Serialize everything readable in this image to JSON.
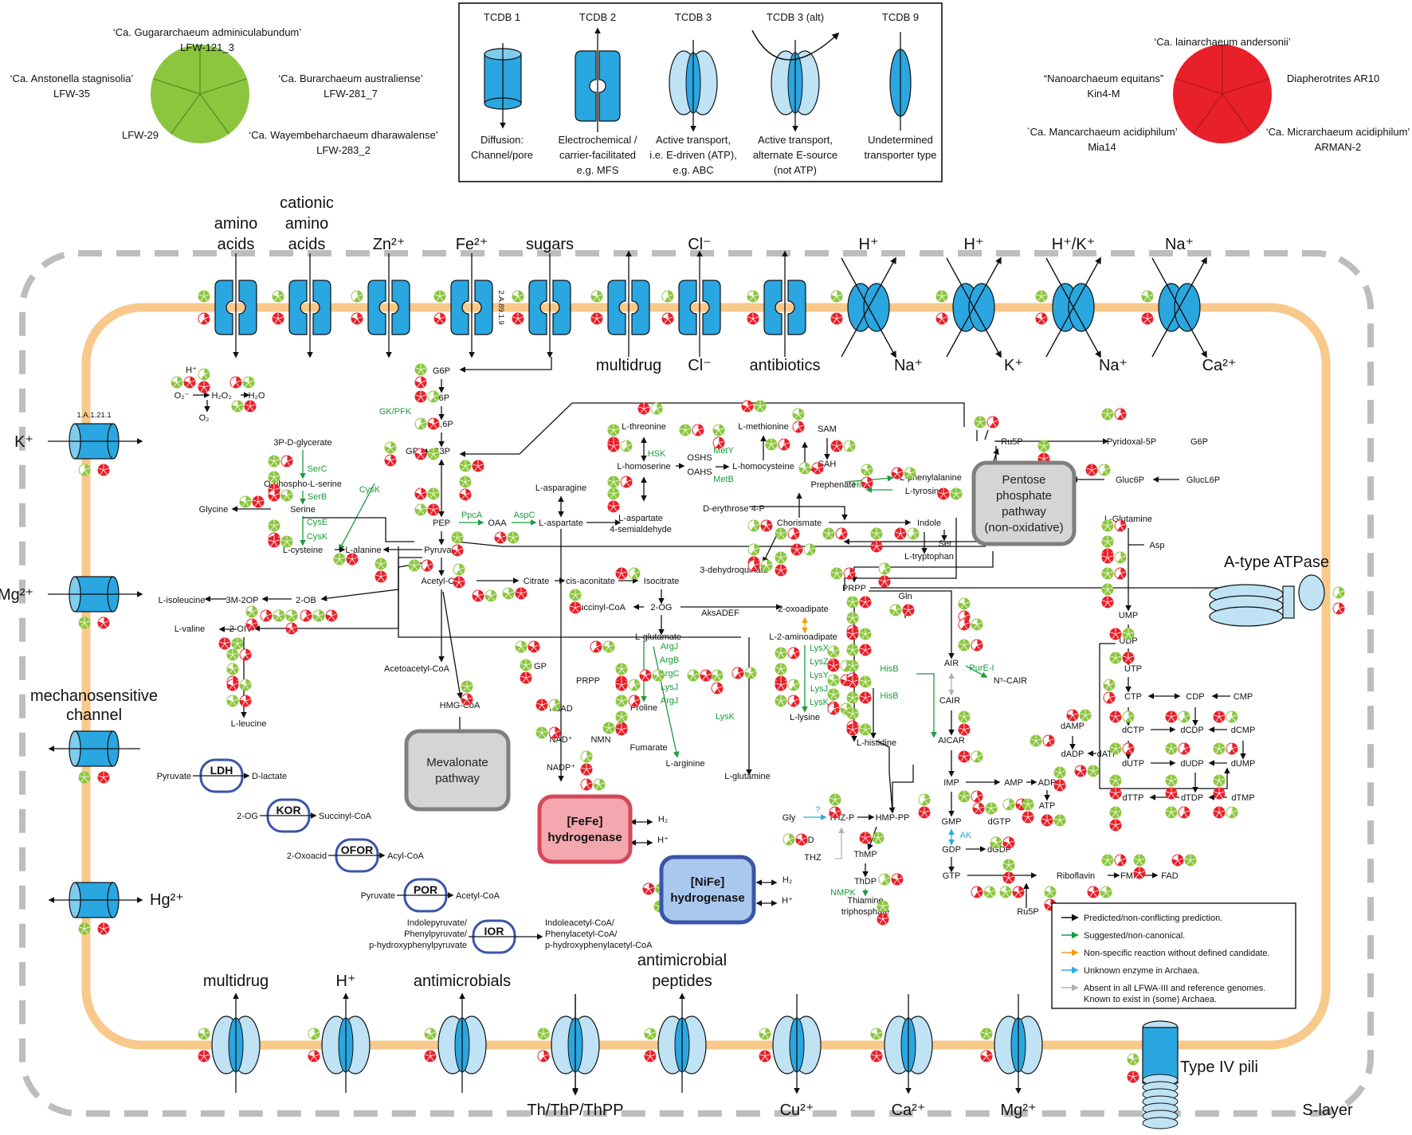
{
  "colors": {
    "membrane": "#f8c98a",
    "slayer": "#bdbdbd",
    "transporter": "#2aa6e0",
    "transporter_light": "#bfe3f5",
    "green_group": "#8cc63f",
    "red_group": "#e8202a",
    "suggested_arrow": "#1a9b3c",
    "nonspecific_arrow": "#f39c12",
    "unknown_arrow": "#29abe2",
    "absent_arrow": "#b0b0b0",
    "fefe_fill": "#f4a7ae",
    "nife_fill": "#a9c8ee",
    "gray_box": "#d5d5d5"
  },
  "legend_top": {
    "items": [
      {
        "title": "TCDB 1",
        "desc": [
          "Diffusion:",
          "Channel/pore"
        ]
      },
      {
        "title": "TCDB 2",
        "desc": [
          "Electrochemical /",
          "carrier-facilitated",
          "e.g. MFS"
        ]
      },
      {
        "title": "TCDB 3",
        "desc": [
          "Active transport,",
          "i.e. E-driven (ATP),",
          "e.g. ABC"
        ]
      },
      {
        "title": "TCDB 3 (alt)",
        "desc": [
          "Active transport,",
          "alternate E-source",
          "(not ATP)"
        ]
      },
      {
        "title": "TCDB 9",
        "desc": [
          "Undetermined",
          "transporter type"
        ]
      }
    ]
  },
  "green_group": {
    "labels": [
      [
        "‘Ca. Gugararchaeum adminiculabundum’",
        "LFW-121_3"
      ],
      [
        "‘Ca. Anstonella stagnisolia’",
        "LFW-35"
      ],
      [
        "‘Ca. Burarchaeum australiense’",
        "LFW-281_7"
      ],
      [
        "LFW-29"
      ],
      [
        "‘Ca. Wayembeharchaeum dharawalense’",
        "LFW-283_2"
      ]
    ]
  },
  "red_group": {
    "labels": [
      [
        "‘Ca. lainarchaeum andersonii’"
      ],
      [
        "“Nanoarchaeum equitans”",
        "Kin4-M"
      ],
      [
        "Diapherotrites AR10"
      ],
      [
        "`Ca. Mancarchaeum acidiphilum’",
        "Mia14"
      ],
      [
        "‘Ca. Micrarchaeum acidiphilum’",
        "ARMAN-2"
      ]
    ]
  },
  "top_transporters": [
    {
      "label": [
        "amino",
        "acids"
      ],
      "below": ""
    },
    {
      "label": [
        "cationic",
        "amino",
        "acids"
      ],
      "below": ""
    },
    {
      "label": [
        "Zn²⁺"
      ],
      "below": ""
    },
    {
      "label": [
        "Fe²⁺"
      ],
      "below": "",
      "side": "2.A.89.1.9"
    },
    {
      "label": [
        "sugars"
      ],
      "below": ""
    },
    {
      "label": [
        ""
      ],
      "below": "multidrug"
    },
    {
      "label": [
        "Cl⁻"
      ],
      "below": "Cl⁻"
    },
    {
      "label": [
        ""
      ],
      "below": "antibiotics"
    },
    {
      "label": [
        "H⁺"
      ],
      "below": "Na⁺"
    },
    {
      "label": [
        "H⁺"
      ],
      "below": "K⁺"
    },
    {
      "label": [
        "H⁺/K⁺"
      ],
      "below": "Na⁺"
    },
    {
      "label": [
        "Na⁺"
      ],
      "below": "Ca²⁺"
    }
  ],
  "bottom_transporters": [
    {
      "label": [
        "multidrug"
      ],
      "below": ""
    },
    {
      "label": [
        "H⁺"
      ],
      "below": ""
    },
    {
      "label": [
        "antimicrobials"
      ],
      "below": ""
    },
    {
      "label": [
        ""
      ],
      "below": "Th/ThP/ThPP"
    },
    {
      "label": [
        "antimicrobial",
        "peptides"
      ],
      "below": ""
    },
    {
      "label": [
        ""
      ],
      "below": "Cu²⁺"
    },
    {
      "label": [
        ""
      ],
      "below": "Ca²⁺"
    },
    {
      "label": [
        ""
      ],
      "below": "Mg²⁺"
    }
  ],
  "left_transporters": [
    {
      "label": "K⁺",
      "code": "1.A.1.21.1"
    },
    {
      "label": "Mg²⁺",
      "code": ""
    },
    {
      "label": "mechanosensitive channel",
      "code": ""
    },
    {
      "label": "Hg²⁺",
      "code": ""
    }
  ],
  "boxes": {
    "pentose": [
      "Pentose",
      "phosphate",
      "pathway",
      "(non-oxidative)"
    ],
    "mevalonate": [
      "Mevalonate",
      "pathway"
    ],
    "fefe": [
      "[FeFe]",
      "hydrogenase"
    ],
    "nife": [
      "[NiFe]",
      "hydrogenase"
    ],
    "atpase": "A-type ATPase",
    "pili": "Type IV pili",
    "slayer": "S-layer"
  },
  "complexes": [
    {
      "name": "LDH",
      "in": "Pyruvate",
      "out": "D-lactate"
    },
    {
      "name": "KOR",
      "in": "2-OG",
      "out": "Succinyl-CoA"
    },
    {
      "name": "OFOR",
      "in": "2-Oxoacid",
      "out": "Acyl-CoA"
    },
    {
      "name": "POR",
      "in": "Pyruvate",
      "out": "Acetyl-CoA"
    },
    {
      "name": "IOR",
      "in": "Indolepyruvate/ Phenylpyruvate/ p-hydroxyphenylpyruvate",
      "out": "Indoleacetyl-CoA/ Phenylacetyl-CoA/ p-hydroxyphenylacetyl-CoA"
    }
  ],
  "metabolites": {
    "g6p": "G6P",
    "f6p": "F6P",
    "f16p": "F1,6P",
    "g3p": "G3P",
    "gp": "GP",
    "pep": "PEP",
    "pyruvate": "Pyruvate",
    "oaa": "OAA",
    "l_aspartate": "L-aspartate",
    "l_asparagine": "L-asparagine",
    "l_asp_semi": "L-aspartate 4-semialdehyde",
    "l_threonine": "L-threonine",
    "l_homoserine": "L-homoserine",
    "oshs": "OSHS",
    "oahs": "OAHS",
    "l_homocysteine": "L-homocysteine",
    "l_methionine": "L-methionine",
    "sam": "SAM",
    "sah": "SAH",
    "prephenate": "Prephenate",
    "l_phe": "L-phenylalanine",
    "l_tyr": "L-tyrosine",
    "chorismate": "Chorismate",
    "indole": "Indole",
    "ser": "Ser",
    "l_trp": "L-tryptophan",
    "d_ery": "D-erythrose 4-P",
    "dhq": "3-dehydroquinate",
    "ru5p": "Ru5P",
    "pyridoxal": "Pyridoxal-5P",
    "g6p_r": "G6P",
    "gluc6p": "Gluc6P",
    "glucl6p": "GlucL6P",
    "pga": "3P-D-glycerate",
    "ops": "O-phospho-L-serine",
    "serine": "Serine",
    "glycine": "Glycine",
    "l_cysteine": "L-cysteine",
    "l_alanine": "L-alanine",
    "l_isoleucine": "L-isoleucine",
    "m2op": "3M-2OP",
    "ob": "2-OB",
    "l_valine": "L-valine",
    "oiv": "2-OIV",
    "l_leucine": "L-leucine",
    "acetyl_coa": "Acetyl-CoA",
    "acetoacetyl": "Acetoacetyl-CoA",
    "hmg": "HMG-CoA",
    "citrate": "Citrate",
    "cis_acon": "cis-aconitate",
    "isocitrate": "Isocitrate",
    "succinyl": "Succinyl-CoA",
    "og2": "2-OG",
    "oxoadipate": "2-oxoadipate",
    "aminoadipate": "L-2-aminoadipate",
    "l_lysine": "L-lysine",
    "l_glutamate": "L-glutamate",
    "proline": "Proline",
    "fumarate": "Fumarate",
    "l_arginine": "L-arginine",
    "l_glutamine2": "L-glutamine",
    "gp2": "GP",
    "prpp2": "PRPP",
    "naad": "NaAD",
    "nad": "NAD⁺",
    "nmn": "NMN",
    "nadp": "NADP⁺",
    "prpp": "PRPP",
    "gln": "Gln",
    "air": "AIR",
    "cair": "CAIR",
    "n5cair": "N⁵-CAIR",
    "aicar": "AICAR",
    "imp": "IMP",
    "amp": "AMP",
    "adp": "ADP",
    "atp": "ATP",
    "gmp": "GMP",
    "gdp": "GDP",
    "gtp": "GTP",
    "dgtp": "dGTP",
    "dgdp": "dGDP",
    "riboflavin": "Riboflavin",
    "fmn": "FMN",
    "fad": "FAD",
    "ru5p2": "Ru5P",
    "l_histidine": "L-histidine",
    "l_glutamine": "L-Glutamine",
    "asp": "Asp",
    "ump": "UMP",
    "udp": "UDP",
    "utp": "UTP",
    "ctp": "CTP",
    "cdp": "CDP",
    "cmp": "CMP",
    "dctp": "dCTP",
    "dcdp": "dCDP",
    "dcmp": "dCMP",
    "dutp": "dUTP",
    "dudp": "dUDP",
    "dump": "dUMP",
    "dttp": "dTTP",
    "dtdp": "dTDP",
    "dtmp": "dTMP",
    "damp": "dAMP",
    "dadp": "dADP",
    "datp": "dATP",
    "gly": "Gly",
    "nad2": "NAD",
    "thz": "THZ",
    "thzp": "THZ-P",
    "hmppp": "HMP-PP",
    "thmp": "ThMP",
    "thdp": "ThDP",
    "thiamine": "Thiamine triphosphate",
    "h_plus": "H⁺",
    "o2m": "O₂⁻",
    "h2o2": "H₂O₂",
    "h2o": "H₂O",
    "o2": "O₂",
    "h2_fe": "H₂",
    "hp_fe": "H⁺",
    "h2_ni": "H₂",
    "hp_ni": "H⁺",
    "aksadef": "AksADEF"
  },
  "enzymes": {
    "gkpfk": "GK/PFK",
    "serc": "SerC",
    "serb": "SerB",
    "cysk1": "CysK",
    "cyse": "CysE",
    "cysk2": "CysK",
    "ppca": "PpcA",
    "aspc": "AspC",
    "hsk": "HSK",
    "mety": "MetY",
    "metb": "MetB",
    "hisc": "HisC",
    "argj1": "ArgJ",
    "argb": "ArgB",
    "argc": "ArgC",
    "lysj1": "LysJ",
    "argj2": "ArgJ",
    "lysk1": "LysK",
    "lysx": "LysX",
    "lysz": "LysZ",
    "lysy": "LysY",
    "lysj2": "LysJ",
    "lysk2": "LysK",
    "hisb1": "HisB",
    "hisb2": "HisB",
    "pure": "PurE-I",
    "ak": "AK",
    "nmpk": "NMPK",
    "q": "?"
  },
  "legend_bottom": [
    {
      "color": "#111111",
      "text": "Predicted/non-conflicting prediction."
    },
    {
      "color": "#1a9b3c",
      "text": "Suggested/non-canonical."
    },
    {
      "color": "#f39c12",
      "text": "Non-specific reaction without defined candidate."
    },
    {
      "color": "#29abe2",
      "text": "Unknown enzyme in Archaea."
    },
    {
      "color": "#b0b0b0",
      "text": "Absent in all LFWA-III and reference genomes.",
      "text2": "Known to exist in (some) Archaea."
    }
  ]
}
